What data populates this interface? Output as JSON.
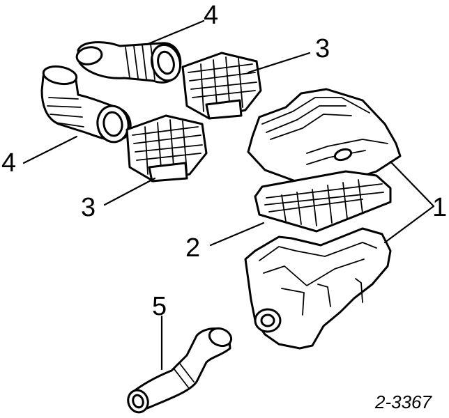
{
  "callouts": {
    "hose_top": "4",
    "hose_left": "4",
    "grille_top": "3",
    "grille_bottom": "3",
    "filter_element": "2",
    "housing_assembly": "1",
    "intake_pipe": "5"
  },
  "reference_code": "2-3367"
}
